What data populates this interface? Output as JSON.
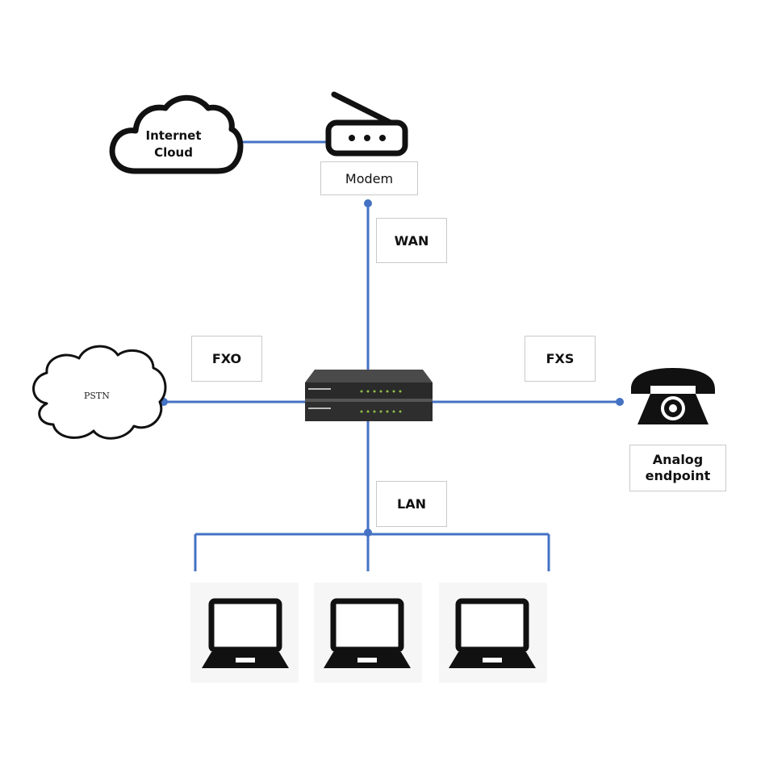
{
  "nodes": {
    "internet": {
      "label_line1": "Internet",
      "label_line2": "Cloud"
    },
    "modem": {
      "label": "Modem"
    },
    "pstn": {
      "label": "PSTN"
    },
    "phone": {
      "label_line1": "Analog",
      "label_line2": "endpoint"
    }
  },
  "links": {
    "wan": "WAN",
    "fxo": "FXO",
    "fxs": "FXS",
    "lan": "LAN"
  },
  "colors": {
    "line": "#4472c4",
    "icon": "#111111"
  }
}
